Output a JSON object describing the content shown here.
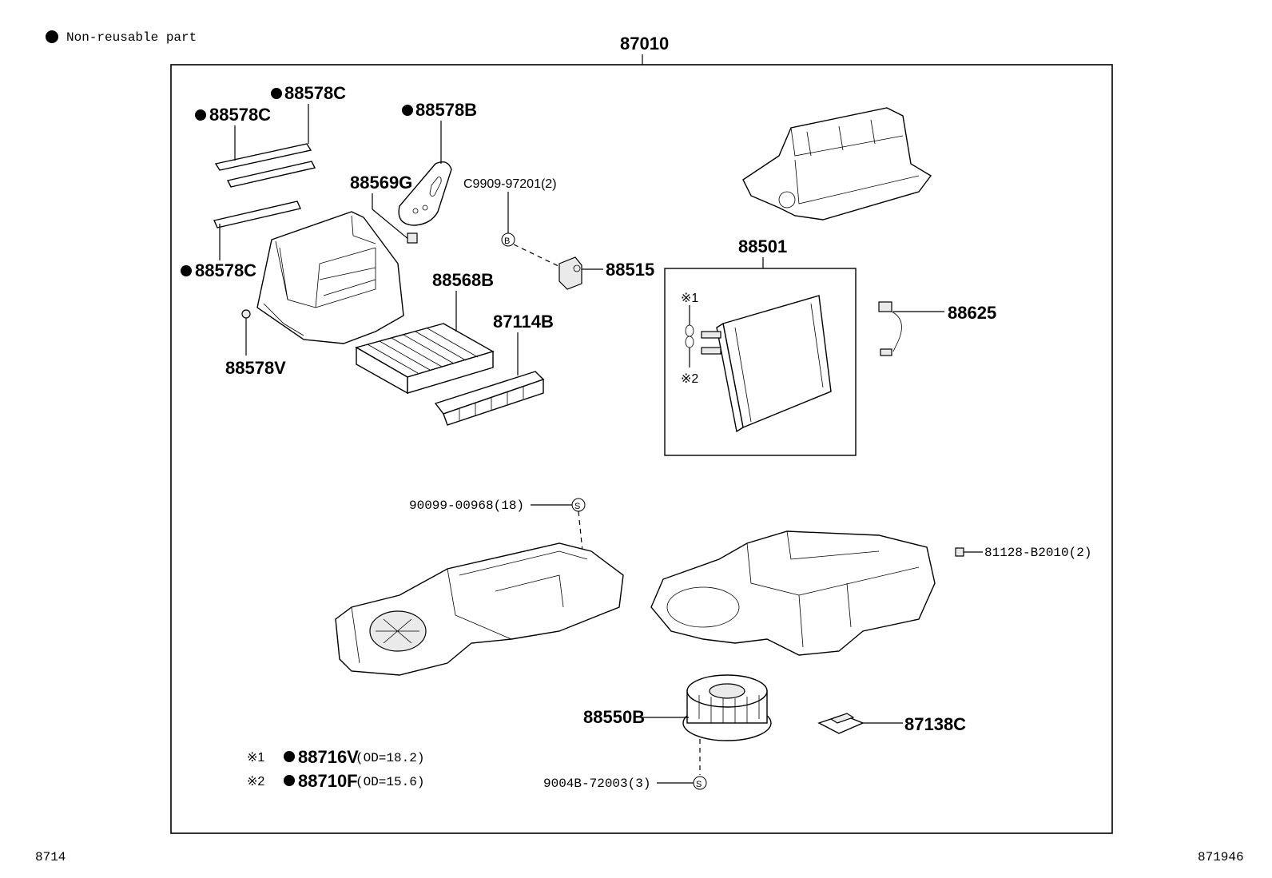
{
  "legend": {
    "label": "Non-reusable part"
  },
  "assembly": {
    "number": "87010"
  },
  "sub_assembly": {
    "number": "88501"
  },
  "parts": {
    "p88578C_a": "88578C",
    "p88578C_b": "88578C",
    "p88578C_c": "88578C",
    "p88578B": "88578B",
    "p88569G": "88569G",
    "pC9909": "C9909-97201(2)",
    "p88515": "88515",
    "p88568B": "88568B",
    "p87114B": "87114B",
    "p88578V": "88578V",
    "p88625": "88625",
    "p90099": "90099-00968(18)",
    "p81128": "81128-B2010(2)",
    "p88550B": "88550B",
    "p87138C": "87138C",
    "p9004B": "9004B-72003(3)"
  },
  "callouts": {
    "mark1": "※1",
    "mark2": "※2",
    "b_symbol": "B",
    "s_symbol": "S"
  },
  "notes": {
    "n1_mark": "※1",
    "n1_part": "88716V",
    "n1_spec": "(OD=18.2)",
    "n2_mark": "※2",
    "n2_part": "88710F",
    "n2_spec": "(OD=15.6)"
  },
  "footer": {
    "left_code": "8714",
    "right_code": "871946"
  }
}
